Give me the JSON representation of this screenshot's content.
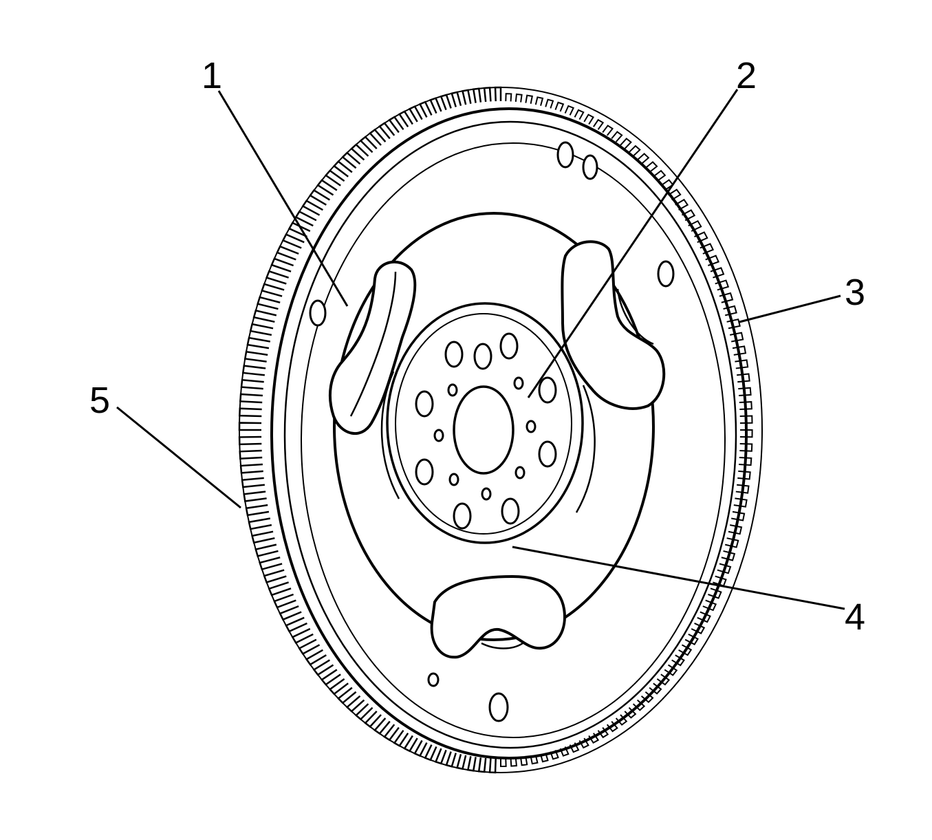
{
  "callouts": [
    {
      "id": "1",
      "label": "1"
    },
    {
      "id": "2",
      "label": "2"
    },
    {
      "id": "3",
      "label": "3"
    },
    {
      "id": "4",
      "label": "4"
    },
    {
      "id": "5",
      "label": "5"
    }
  ],
  "colors": {
    "line": "#000000",
    "background": "#ffffff"
  },
  "icons": [
    "flywheel-drawing"
  ]
}
